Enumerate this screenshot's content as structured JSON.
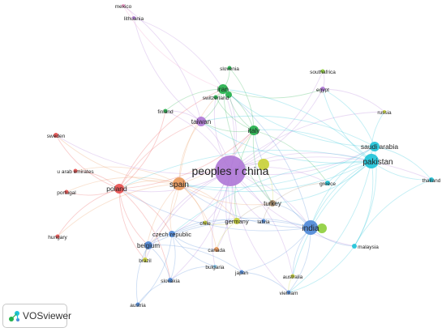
{
  "app": {
    "name": "VOSviewer"
  },
  "palette": {
    "red": "#e8504f",
    "green": "#25b14c",
    "blue": "#4e89d8",
    "yellow": "#c9d13a",
    "purple": "#b07ad7",
    "cyan": "#1fc3d8",
    "orange": "#e8985a",
    "brown": "#a98f6e",
    "pink": "#f09ac8",
    "lightblue": "#7ec4ea",
    "lime": "#8fcf3e"
  },
  "network": {
    "nodes": [
      {
        "id": "peoples-r-china",
        "label": "peoples r china",
        "cluster": "purple"
      },
      {
        "id": "pakistan",
        "label": "pakistan",
        "cluster": "cyan"
      },
      {
        "id": "saudi-arabia",
        "label": "saudi arabia",
        "cluster": "cyan"
      },
      {
        "id": "thailand",
        "label": "thailand",
        "cluster": "cyan"
      },
      {
        "id": "malaysia",
        "label": "malaysia",
        "cluster": "cyan"
      },
      {
        "id": "india",
        "label": "india",
        "cluster": "blue"
      },
      {
        "id": "spain",
        "label": "spain",
        "cluster": "orange"
      },
      {
        "id": "poland",
        "label": "poland",
        "cluster": "red"
      },
      {
        "id": "sweden",
        "label": "sweden",
        "cluster": "red"
      },
      {
        "id": "u-arab-emirates",
        "label": "u arab emirates",
        "cluster": "red"
      },
      {
        "id": "portugal",
        "label": "portugal",
        "cluster": "red"
      },
      {
        "id": "hungary",
        "label": "hungary",
        "cluster": "red"
      },
      {
        "id": "iran",
        "label": "iran",
        "cluster": "green"
      },
      {
        "id": "italy",
        "label": "italy",
        "cluster": "green"
      },
      {
        "id": "slovenia",
        "label": "slovenia",
        "cluster": "green"
      },
      {
        "id": "switzerland",
        "label": "switzerland",
        "cluster": "green"
      },
      {
        "id": "finland",
        "label": "finland",
        "cluster": "green"
      },
      {
        "id": "taiwan",
        "label": "taiwan",
        "cluster": "purple"
      },
      {
        "id": "egypt",
        "label": "egypt",
        "cluster": "purple"
      },
      {
        "id": "south-africa",
        "label": "southafrica",
        "cluster": "lime"
      },
      {
        "id": "russia",
        "label": "russia",
        "cluster": "yellow"
      },
      {
        "id": "mexico",
        "label": "mexico",
        "cluster": "pink"
      },
      {
        "id": "lithuania",
        "label": "lithuania",
        "cluster": "purple"
      },
      {
        "id": "turkey",
        "label": "turkey",
        "cluster": "brown"
      },
      {
        "id": "greece",
        "label": "greece",
        "cluster": "cyan"
      },
      {
        "id": "germany",
        "label": "germany",
        "cluster": "yellow"
      },
      {
        "id": "chile",
        "label": "chile",
        "cluster": "yellow"
      },
      {
        "id": "latvia",
        "label": "latvia",
        "cluster": "blue"
      },
      {
        "id": "czech-republic",
        "label": "czech republic",
        "cluster": "blue"
      },
      {
        "id": "belgium",
        "label": "belgium",
        "cluster": "blue"
      },
      {
        "id": "brazil",
        "label": "brazil",
        "cluster": "yellow"
      },
      {
        "id": "canada",
        "label": "canada",
        "cluster": "orange"
      },
      {
        "id": "bulgaria",
        "label": "bulgaria",
        "cluster": "lightblue"
      },
      {
        "id": "japan",
        "label": "japan",
        "cluster": "blue"
      },
      {
        "id": "australia",
        "label": "australia",
        "cluster": "yellow"
      },
      {
        "id": "slovakia",
        "label": "slovakia",
        "cluster": "blue"
      },
      {
        "id": "austria",
        "label": "austria",
        "cluster": "blue"
      },
      {
        "id": "vietnam",
        "label": "vietnam",
        "cluster": "blue"
      },
      {
        "id": "hub-yellow",
        "label": "",
        "cluster": "yellow"
      },
      {
        "id": "hub-green",
        "label": "",
        "cluster": "green"
      },
      {
        "id": "hub-india-green",
        "label": "",
        "cluster": "lime"
      }
    ],
    "edges": [
      [
        "peoples-r-china",
        "pakistan"
      ],
      [
        "peoples-r-china",
        "saudi-arabia"
      ],
      [
        "peoples-r-china",
        "india"
      ],
      [
        "peoples-r-china",
        "spain"
      ],
      [
        "peoples-r-china",
        "poland"
      ],
      [
        "peoples-r-china",
        "iran"
      ],
      [
        "peoples-r-china",
        "italy"
      ],
      [
        "peoples-r-china",
        "taiwan"
      ],
      [
        "peoples-r-china",
        "turkey"
      ],
      [
        "peoples-r-china",
        "germany"
      ],
      [
        "peoples-r-china",
        "czech-republic"
      ],
      [
        "peoples-r-china",
        "belgium"
      ],
      [
        "peoples-r-china",
        "canada"
      ],
      [
        "peoples-r-china",
        "malaysia"
      ],
      [
        "peoples-r-china",
        "thailand"
      ],
      [
        "peoples-r-china",
        "egypt"
      ],
      [
        "peoples-r-china",
        "greece"
      ],
      [
        "peoples-r-china",
        "japan"
      ],
      [
        "peoples-r-china",
        "australia"
      ],
      [
        "peoples-r-china",
        "vietnam"
      ],
      [
        "peoples-r-china",
        "slovakia"
      ],
      [
        "peoples-r-china",
        "brazil"
      ],
      [
        "peoples-r-china",
        "chile"
      ],
      [
        "peoples-r-china",
        "latvia"
      ],
      [
        "peoples-r-china",
        "sweden"
      ],
      [
        "peoples-r-china",
        "finland"
      ],
      [
        "peoples-r-china",
        "switzerland"
      ],
      [
        "peoples-r-china",
        "south-africa"
      ],
      [
        "peoples-r-china",
        "russia"
      ],
      [
        "peoples-r-china",
        "bulgaria"
      ],
      [
        "peoples-r-china",
        "hub-yellow"
      ],
      [
        "peoples-r-china",
        "hub-green"
      ],
      [
        "pakistan",
        "saudi-arabia"
      ],
      [
        "pakistan",
        "thailand"
      ],
      [
        "pakistan",
        "malaysia"
      ],
      [
        "pakistan",
        "india"
      ],
      [
        "pakistan",
        "egypt"
      ],
      [
        "pakistan",
        "iran"
      ],
      [
        "pakistan",
        "turkey"
      ],
      [
        "pakistan",
        "greece"
      ],
      [
        "pakistan",
        "spain"
      ],
      [
        "pakistan",
        "italy"
      ],
      [
        "pakistan",
        "taiwan"
      ],
      [
        "pakistan",
        "poland"
      ],
      [
        "pakistan",
        "russia"
      ],
      [
        "pakistan",
        "czech-republic"
      ],
      [
        "pakistan",
        "vietnam"
      ],
      [
        "pakistan",
        "australia"
      ],
      [
        "saudi-arabia",
        "thailand"
      ],
      [
        "saudi-arabia",
        "india"
      ],
      [
        "saudi-arabia",
        "iran"
      ],
      [
        "saudi-arabia",
        "egypt"
      ],
      [
        "saudi-arabia",
        "spain"
      ],
      [
        "saudi-arabia",
        "taiwan"
      ],
      [
        "saudi-arabia",
        "malaysia"
      ],
      [
        "india",
        "malaysia"
      ],
      [
        "india",
        "spain"
      ],
      [
        "india",
        "czech-republic"
      ],
      [
        "india",
        "italy"
      ],
      [
        "india",
        "iran"
      ],
      [
        "india",
        "poland"
      ],
      [
        "india",
        "turkey"
      ],
      [
        "india",
        "vietnam"
      ],
      [
        "india",
        "australia"
      ],
      [
        "india",
        "japan"
      ],
      [
        "india",
        "belgium"
      ],
      [
        "india",
        "hub-india-green"
      ],
      [
        "spain",
        "poland"
      ],
      [
        "spain",
        "iran"
      ],
      [
        "spain",
        "italy"
      ],
      [
        "spain",
        "taiwan"
      ],
      [
        "spain",
        "czech-republic"
      ],
      [
        "spain",
        "belgium"
      ],
      [
        "spain",
        "portugal"
      ],
      [
        "spain",
        "sweden"
      ],
      [
        "spain",
        "u-arab-emirates"
      ],
      [
        "spain",
        "germany"
      ],
      [
        "spain",
        "turkey"
      ],
      [
        "spain",
        "chile"
      ],
      [
        "spain",
        "brazil"
      ],
      [
        "spain",
        "canada"
      ],
      [
        "spain",
        "hungary"
      ],
      [
        "poland",
        "sweden"
      ],
      [
        "poland",
        "u-arab-emirates"
      ],
      [
        "poland",
        "portugal"
      ],
      [
        "poland",
        "hungary"
      ],
      [
        "poland",
        "czech-republic"
      ],
      [
        "poland",
        "belgium"
      ],
      [
        "poland",
        "iran"
      ],
      [
        "poland",
        "italy"
      ],
      [
        "poland",
        "taiwan"
      ],
      [
        "poland",
        "finland"
      ],
      [
        "poland",
        "slovakia"
      ],
      [
        "poland",
        "brazil"
      ],
      [
        "iran",
        "italy"
      ],
      [
        "iran",
        "slovenia"
      ],
      [
        "iran",
        "switzerland"
      ],
      [
        "iran",
        "finland"
      ],
      [
        "iran",
        "taiwan"
      ],
      [
        "iran",
        "turkey"
      ],
      [
        "iran",
        "hub-green"
      ],
      [
        "iran",
        "egypt"
      ],
      [
        "italy",
        "taiwan"
      ],
      [
        "italy",
        "turkey"
      ],
      [
        "italy",
        "greece"
      ],
      [
        "italy",
        "germany"
      ],
      [
        "italy",
        "switzerland"
      ],
      [
        "italy",
        "slovenia"
      ],
      [
        "italy",
        "hub-green"
      ],
      [
        "taiwan",
        "mexico"
      ],
      [
        "taiwan",
        "lithuania"
      ],
      [
        "taiwan",
        "finland"
      ],
      [
        "mexico",
        "lithuania"
      ],
      [
        "mexico",
        "iran"
      ],
      [
        "lithuania",
        "iran"
      ],
      [
        "egypt",
        "south-africa"
      ],
      [
        "egypt",
        "russia"
      ],
      [
        "czech-republic",
        "belgium"
      ],
      [
        "czech-republic",
        "slovakia"
      ],
      [
        "czech-republic",
        "canada"
      ],
      [
        "czech-republic",
        "germany"
      ],
      [
        "czech-republic",
        "bulgaria"
      ],
      [
        "czech-republic",
        "austria"
      ],
      [
        "belgium",
        "brazil"
      ],
      [
        "belgium",
        "slovakia"
      ],
      [
        "belgium",
        "austria"
      ],
      [
        "belgium",
        "japan"
      ],
      [
        "slovakia",
        "austria"
      ],
      [
        "slovakia",
        "bulgaria"
      ],
      [
        "turkey",
        "germany"
      ],
      [
        "turkey",
        "greece"
      ],
      [
        "turkey",
        "latvia"
      ],
      [
        "germany",
        "chile"
      ],
      [
        "germany",
        "canada"
      ],
      [
        "japan",
        "vietnam"
      ],
      [
        "australia",
        "vietnam"
      ],
      [
        "malaysia",
        "vietnam"
      ],
      [
        "thailand",
        "malaysia"
      ],
      [
        "hub-yellow",
        "turkey"
      ]
    ]
  }
}
